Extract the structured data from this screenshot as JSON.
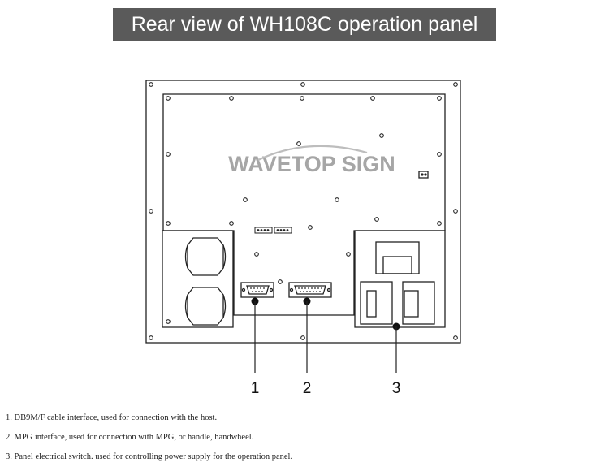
{
  "title": "Rear view of WH108C operation panel",
  "watermark": "WAVETOP SIGN",
  "callouts": [
    {
      "number": "1",
      "target": "db9-cable-interface"
    },
    {
      "number": "2",
      "target": "mpg-interface"
    },
    {
      "number": "3",
      "target": "panel-electrical-switch"
    }
  ],
  "notes": [
    "1. DB9M/F cable interface, used for connection with the host.",
    "2. MPG interface, used for connection with MPG, or handle, handwheel.",
    "3. Panel electrical switch. used for controlling power supply for the operation panel."
  ],
  "colors": {
    "banner_bg": "#5a5a5a",
    "banner_text": "#ffffff",
    "line": "#222222",
    "watermark": "#a6a6a6"
  }
}
